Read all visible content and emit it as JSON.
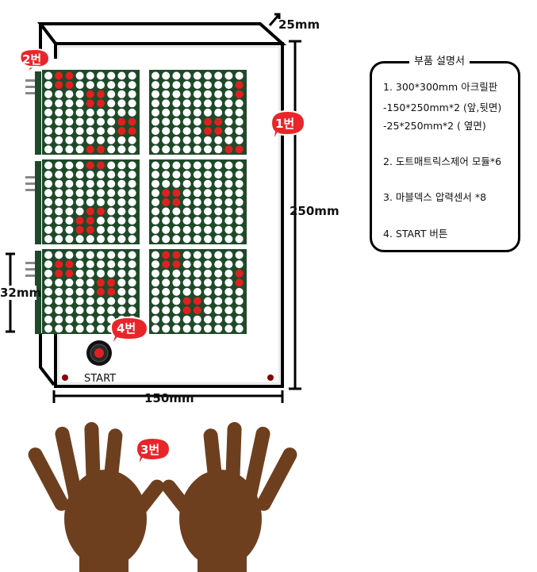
{
  "dimensions": {
    "depth": "25mm",
    "height": "250mm",
    "width": "150mm",
    "button_area": "32mm"
  },
  "callouts": {
    "c1": "1번",
    "c2": "2번",
    "c3": "3번",
    "c4": "4번"
  },
  "start_label": "START",
  "parts": {
    "title": "부품 설명서",
    "lines": [
      "1. 300*300mm 아크릴판",
      "-150*250mm*2 (앞,뒷면)",
      "-25*250mm*2 ( 옆면)",
      "2. 도트매트릭스제어 모듈*6",
      "3. 마블덱스 압력센서 *8",
      "4. START 버튼"
    ]
  },
  "colors": {
    "matrix_bg": "#1f4a2a",
    "dot_off": "#ffffff",
    "dot_on": "#e02020",
    "callout": "#e8262a",
    "hand": "#6e3f1f"
  },
  "matrix_lit": [
    [
      [
        0,
        1
      ],
      [
        0,
        2
      ],
      [
        1,
        1
      ],
      [
        1,
        2
      ],
      [
        2,
        4
      ],
      [
        2,
        5
      ],
      [
        3,
        4
      ],
      [
        3,
        5
      ],
      [
        5,
        7
      ],
      [
        5,
        8
      ],
      [
        6,
        7
      ],
      [
        6,
        8
      ],
      [
        8,
        4
      ],
      [
        8,
        5
      ]
    ],
    [
      [
        1,
        8
      ],
      [
        2,
        8
      ],
      [
        5,
        5
      ],
      [
        5,
        6
      ],
      [
        6,
        5
      ],
      [
        6,
        6
      ],
      [
        8,
        7
      ],
      [
        8,
        8
      ]
    ],
    [
      [
        0,
        4
      ],
      [
        0,
        5
      ],
      [
        5,
        4
      ],
      [
        5,
        5
      ],
      [
        6,
        3
      ],
      [
        6,
        4
      ],
      [
        7,
        3
      ],
      [
        7,
        4
      ]
    ],
    [
      [
        3,
        1
      ],
      [
        3,
        2
      ],
      [
        4,
        1
      ],
      [
        4,
        2
      ]
    ],
    [
      [
        1,
        1
      ],
      [
        1,
        2
      ],
      [
        2,
        1
      ],
      [
        2,
        2
      ],
      [
        3,
        5
      ],
      [
        3,
        6
      ],
      [
        4,
        5
      ],
      [
        4,
        6
      ]
    ],
    [
      [
        0,
        1
      ],
      [
        0,
        2
      ],
      [
        1,
        1
      ],
      [
        1,
        2
      ],
      [
        2,
        8
      ],
      [
        3,
        8
      ],
      [
        5,
        3
      ],
      [
        5,
        4
      ],
      [
        6,
        3
      ],
      [
        6,
        4
      ]
    ]
  ]
}
